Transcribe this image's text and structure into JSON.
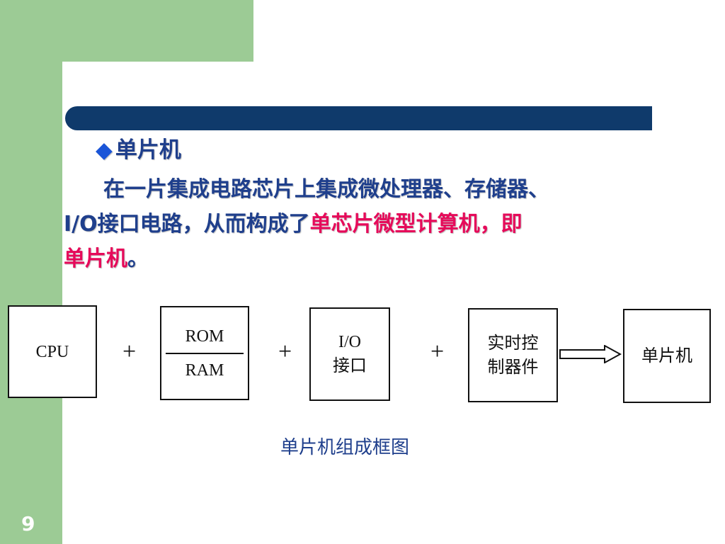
{
  "slide": {
    "heading": {
      "bullet": "◆",
      "text": "单片机"
    },
    "paragraph": {
      "line1": "在一片集成电路芯片上集成微处理器、存储器、",
      "line2_prefix": "I/O接口电路，从而构成了",
      "line2_highlight": "单芯片微型计算机，即",
      "line3_highlight": "单片机",
      "line3_suffix": "。"
    },
    "diagram": {
      "cpu": "CPU",
      "memory_top": "ROM",
      "memory_bottom": "RAM",
      "io_top": "I/O",
      "io_bottom": "接口",
      "realtime_top": "实时控",
      "realtime_bottom": "制器件",
      "result": "单片机",
      "plus_1": "+",
      "plus_2": "+",
      "plus_3": "+"
    },
    "caption": "单片机组成框图",
    "page_number": "9"
  },
  "colors": {
    "frame_green": "#9ccb95",
    "header_bar": "#0f3a6b",
    "text_blue": "#1f3f8c",
    "highlight_red": "#e60a5a"
  }
}
